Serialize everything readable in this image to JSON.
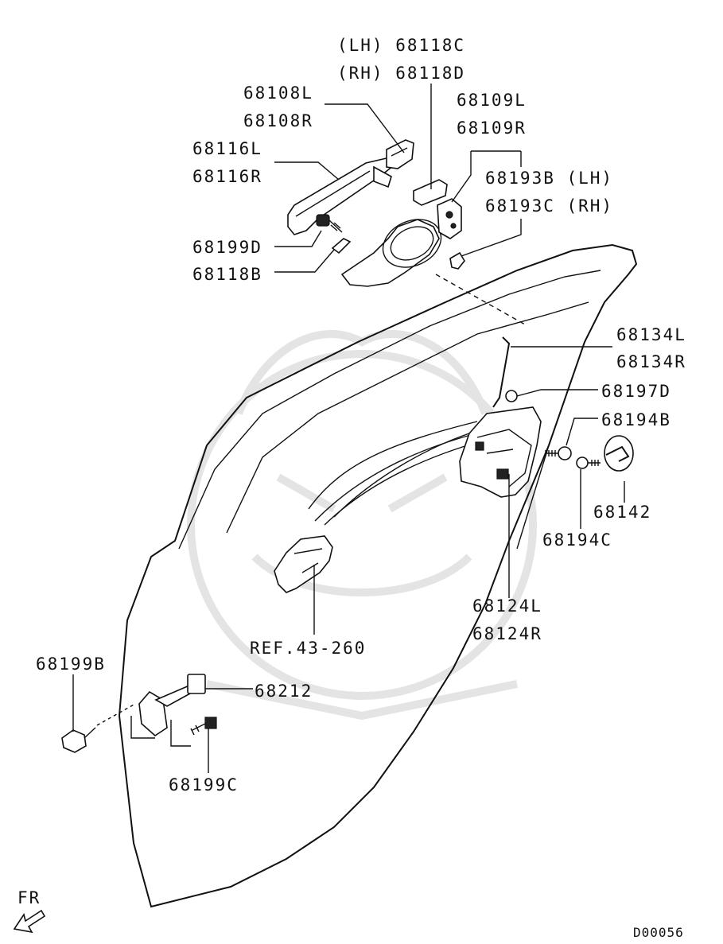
{
  "diagram": {
    "labels": {
      "p68118c": "(LH) 68118C",
      "p68118d": "(RH) 68118D",
      "p68108l": "68108L",
      "p68108r": "68108R",
      "p68109l": "68109L",
      "p68109r": "68109R",
      "p68116l": "68116L",
      "p68116r": "68116R",
      "p68193b": "68193B (LH)",
      "p68193c": "68193C (RH)",
      "p68199d": "68199D",
      "p68118b": "68118B",
      "p68134l": "68134L",
      "p68134r": "68134R",
      "p68197d": "68197D",
      "p68194b": "68194B",
      "p68142": "68142",
      "p68194c": "68194C",
      "p68124l": "68124L",
      "p68124r": "68124R",
      "ref": "REF.43-260",
      "p68199b": "68199B",
      "p68212": "68212",
      "p68199c": "68199C",
      "fr": "FR",
      "code": "D00056"
    },
    "colors": {
      "line": "#111111",
      "watermark": "#e4e4e4",
      "background": "#ffffff"
    }
  }
}
